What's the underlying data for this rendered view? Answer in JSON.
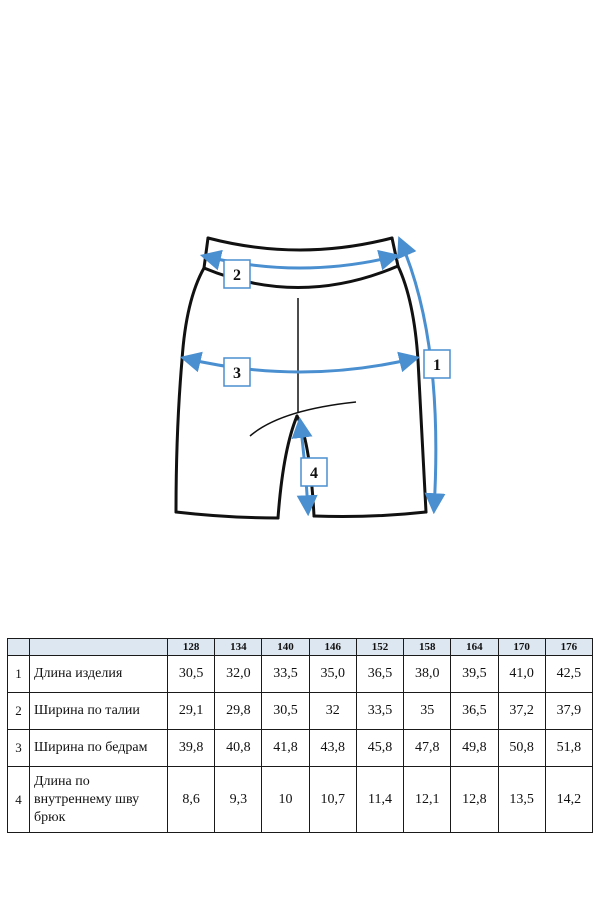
{
  "diagram": {
    "markers": [
      "1",
      "2",
      "3",
      "4"
    ],
    "line_color": "#4a8fd0"
  },
  "table": {
    "header_bg": "#dde7f1",
    "sizes": [
      "128",
      "134",
      "140",
      "146",
      "152",
      "158",
      "164",
      "170",
      "176"
    ],
    "rows": [
      {
        "num": "1",
        "name": "Длина изделия",
        "values": [
          "30,5",
          "32,0",
          "33,5",
          "35,0",
          "36,5",
          "38,0",
          "39,5",
          "41,0",
          "42,5"
        ]
      },
      {
        "num": "2",
        "name": "Ширина по талии",
        "values": [
          "29,1",
          "29,8",
          "30,5",
          "32",
          "33,5",
          "35",
          "36,5",
          "37,2",
          "37,9"
        ]
      },
      {
        "num": "3",
        "name": "Ширина по бедрам",
        "values": [
          "39,8",
          "40,8",
          "41,8",
          "43,8",
          "45,8",
          "47,8",
          "49,8",
          "50,8",
          "51,8"
        ]
      },
      {
        "num": "4",
        "name": "Длина по внутреннему шву брюк",
        "values": [
          "8,6",
          "9,3",
          "10",
          "10,7",
          "11,4",
          "12,1",
          "12,8",
          "13,5",
          "14,2"
        ]
      }
    ]
  }
}
